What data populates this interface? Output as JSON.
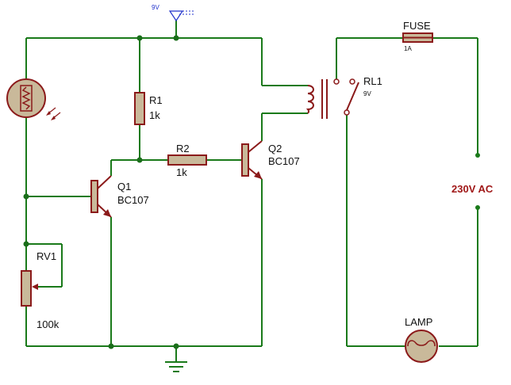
{
  "supply": {
    "label": "9V"
  },
  "components": {
    "r1": {
      "ref": "R1",
      "value": "1k"
    },
    "r2": {
      "ref": "R2",
      "value": "1k"
    },
    "q1": {
      "ref": "Q1",
      "model": "BC107"
    },
    "q2": {
      "ref": "Q2",
      "model": "BC107"
    },
    "rv1": {
      "ref": "RV1",
      "value": "100k"
    },
    "relay": {
      "ref": "RL1",
      "value": "9V"
    },
    "fuse": {
      "ref": "FUSE",
      "value": "1A"
    },
    "lamp": {
      "ref": "LAMP"
    },
    "ac_source": {
      "label": "230V AC"
    }
  },
  "colors": {
    "wire": "#1a7a1a",
    "component": "#8b1a1a",
    "body_fill": "#c9b99a",
    "ac_label": "#a01818",
    "supply_label": "#2233cc"
  }
}
